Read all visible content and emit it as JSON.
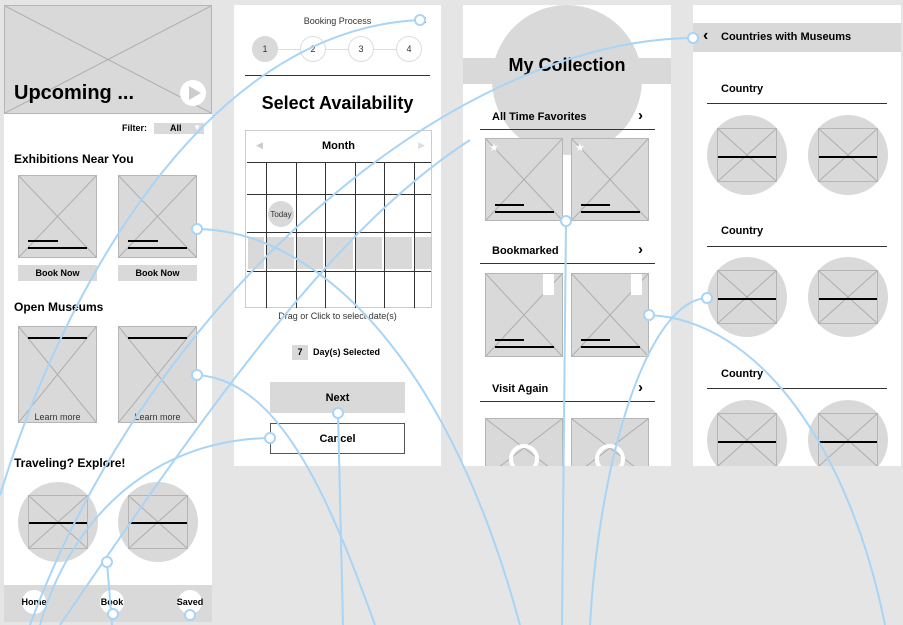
{
  "home": {
    "hero_title": "Upcoming ...",
    "filter_label": "Filter:",
    "filter_value": "All",
    "section_exhibitions": "Exhibitions Near You",
    "book_now": "Book Now",
    "section_open": "Open Museums",
    "learn_more": "Learn more",
    "section_travel": "Traveling? Explore!",
    "nav": [
      "Home",
      "Book",
      "Saved"
    ]
  },
  "booking": {
    "title": "Booking Process",
    "steps": [
      "1",
      "2",
      "3",
      "4"
    ],
    "heading": "Select Availability",
    "month": "Month",
    "today": "Today",
    "hint": "Drag or Click to select date(s)",
    "days_count": "7",
    "days_label": "Day(s) Selected",
    "next": "Next",
    "cancel": "Cancel"
  },
  "collection": {
    "title": "My Collection",
    "sections": [
      "All Time Favorites",
      "Bookmarked",
      "Visit Again"
    ]
  },
  "countries": {
    "title": "Countries with Museums",
    "country": "Country"
  },
  "colors": {
    "connector": "#a8d4f5",
    "placeholder": "#d9d9d9"
  }
}
